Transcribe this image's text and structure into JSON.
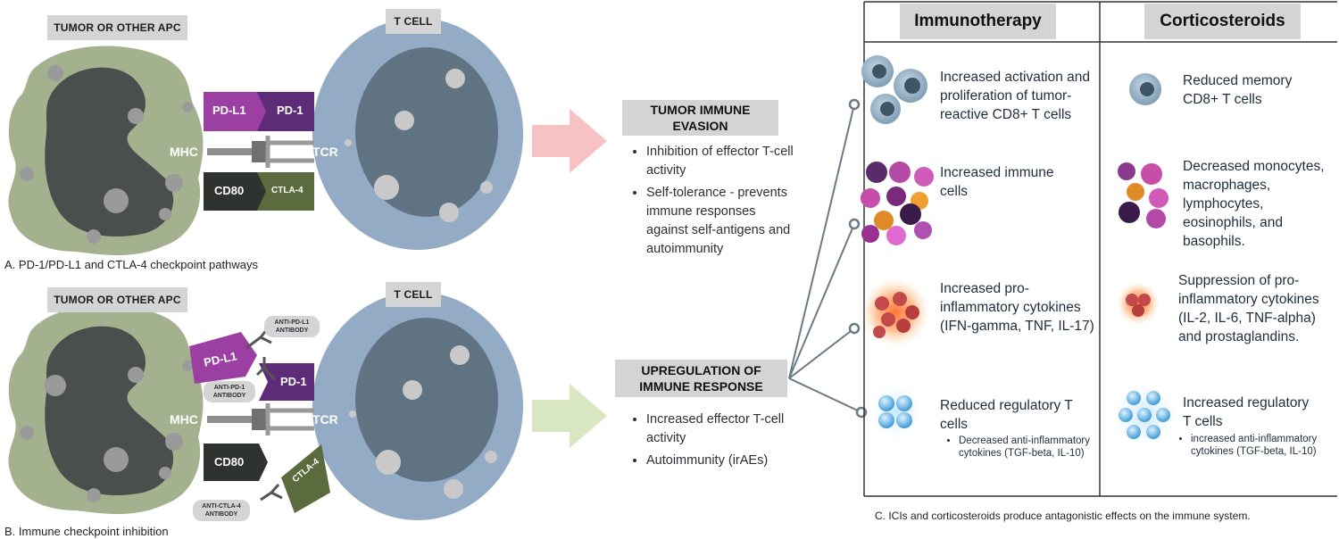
{
  "panel_a": {
    "apc_label": "TUMOR OR OTHER APC",
    "tcell_label": "T CELL",
    "pdl1": "PD-L1",
    "pd1": "PD-1",
    "mhc": "MHC",
    "tcr": "TCR",
    "cd80": "CD80",
    "ctla4": "CTLA-4",
    "caption": "A. PD-1/PD-L1 and CTLA-4 checkpoint pathways"
  },
  "panel_b": {
    "apc_label": "TUMOR OR OTHER APC",
    "tcell_label": "T CELL",
    "pdl1": "PD-L1",
    "pd1": "PD-1",
    "mhc": "MHC",
    "tcr": "TCR",
    "cd80": "CD80",
    "ctla4": "CTLA-4",
    "anti_pdl1": [
      "ANTI-PD-L1",
      "ANTIBODY"
    ],
    "anti_pd1": [
      "ANTI-PD-1",
      "ANTIBODY"
    ],
    "anti_ctla4": [
      "ANTI-CTLA-4",
      "ANTIBODY"
    ],
    "caption": "B. Immune checkpoint inhibition"
  },
  "evasion": {
    "title_line1": "TUMOR IMMUNE",
    "title_line2": "EVASION",
    "bullets": [
      "Inhibition of effector T-cell activity",
      "Self-tolerance - prevents immune responses against self-antigens and autoimmunity"
    ]
  },
  "upregulation": {
    "title_line1": "UPREGULATION OF",
    "title_line2": "IMMUNE RESPONSE",
    "bullets": [
      "Increased effector T-cell activity",
      "Autoimmunity (irAEs)"
    ]
  },
  "panel_c": {
    "immunotherapy_header": "Immunotherapy",
    "corticosteroids_header": "Corticosteroids",
    "immuno": {
      "activation": "Increased activation and proliferation of tumor-reactive CD8+ T cells",
      "immune_cells": "Increased immune cells",
      "cytokines": "Increased pro-inflammatory cytokines (IFN-gamma, TNF, IL-17)",
      "tregs": "Reduced regulatory T cells",
      "tregs_sub": "Decreased anti-inflammatory cytokines (TGF-beta, IL-10)"
    },
    "cortico": {
      "memory": "Reduced memory CD8+ T cells",
      "cells": "Decreased monocytes, macrophages, lymphocytes, eosinophils, and basophils.",
      "cytokines": "Suppression of pro-inflammatory cytokines (IL-2, IL-6, TNF-alpha) and prostaglandins.",
      "tregs": "Increased regulatory T cells",
      "tregs_sub": "increased anti-inflammatory cytokines (TGF-beta, IL-10)"
    },
    "caption": "C. ICIs and corticosteroids produce antagonistic effects on the immune system."
  },
  "colors": {
    "apc_body": "#a3b18e",
    "apc_nucleus": "#4a4e4d",
    "tcell_body": "#93abc4",
    "tcell_nucleus": "#5f7383",
    "pdl1_purple": "#9b3fa3",
    "pd1_purple": "#5e2b78",
    "cd80_dark": "#2f3330",
    "ctla4_green": "#5c6b3e",
    "arrow_pink": "#f7c2c4",
    "arrow_green": "#d8e6c2",
    "tag_grey": "#d4d4d4"
  }
}
